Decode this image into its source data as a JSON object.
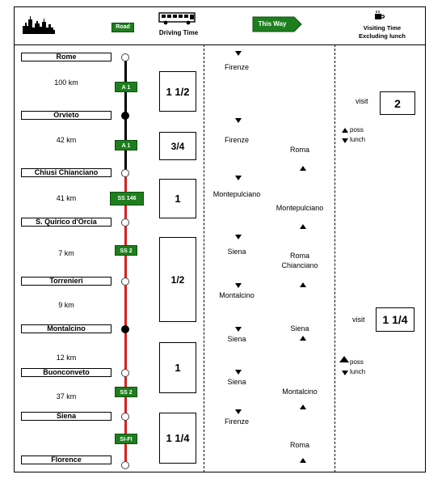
{
  "header": {
    "road_label": "Road",
    "driving_time_label": "Driving Time",
    "this_way_label": "This Way",
    "visiting_time_label": "Visiting Time",
    "excluding_lunch_label": "Excluding lunch"
  },
  "icons": {
    "skyline": "city-skyline-icon",
    "bus": "bus-icon",
    "cup": "coffee-cup-icon"
  },
  "colors": {
    "road_green": "#1e7e1e",
    "road_red": "#d82020",
    "road_black": "#000000"
  },
  "towns": [
    "Rome",
    "Orvieto",
    "Chiusi Chianciano",
    "S. Quirico d'Orcia",
    "Torrenieri",
    "Montalcino",
    "Buonconveto",
    "Siena",
    "Florence"
  ],
  "distances": [
    "100 km",
    "42 km",
    "41 km",
    "7 km",
    "9 km",
    "12 km",
    "37 km"
  ],
  "roads": [
    "A 1",
    "A 1",
    "SS 146",
    "SS 2",
    "SS 2",
    "SI-FI"
  ],
  "driving_times": [
    "1 1/2",
    "3/4",
    "1",
    "1/2",
    "1",
    "1 1/4"
  ],
  "southbound": [
    "Firenze",
    "Firenze",
    "Montepulciano",
    "Siena",
    "Montalcino",
    "Siena",
    "Siena",
    "Firenze"
  ],
  "northbound": [
    "Roma",
    "Montepulciano",
    "Roma",
    "Chianciano",
    "Siena",
    "Montalcino",
    "Roma"
  ],
  "visits": [
    {
      "label": "visit",
      "time": "2"
    },
    {
      "label": "visit",
      "time": "1 1/4"
    }
  ],
  "lunch_notes": [
    {
      "poss": "poss",
      "lunch": "lunch"
    },
    {
      "poss": "poss",
      "lunch": "lunch"
    }
  ]
}
